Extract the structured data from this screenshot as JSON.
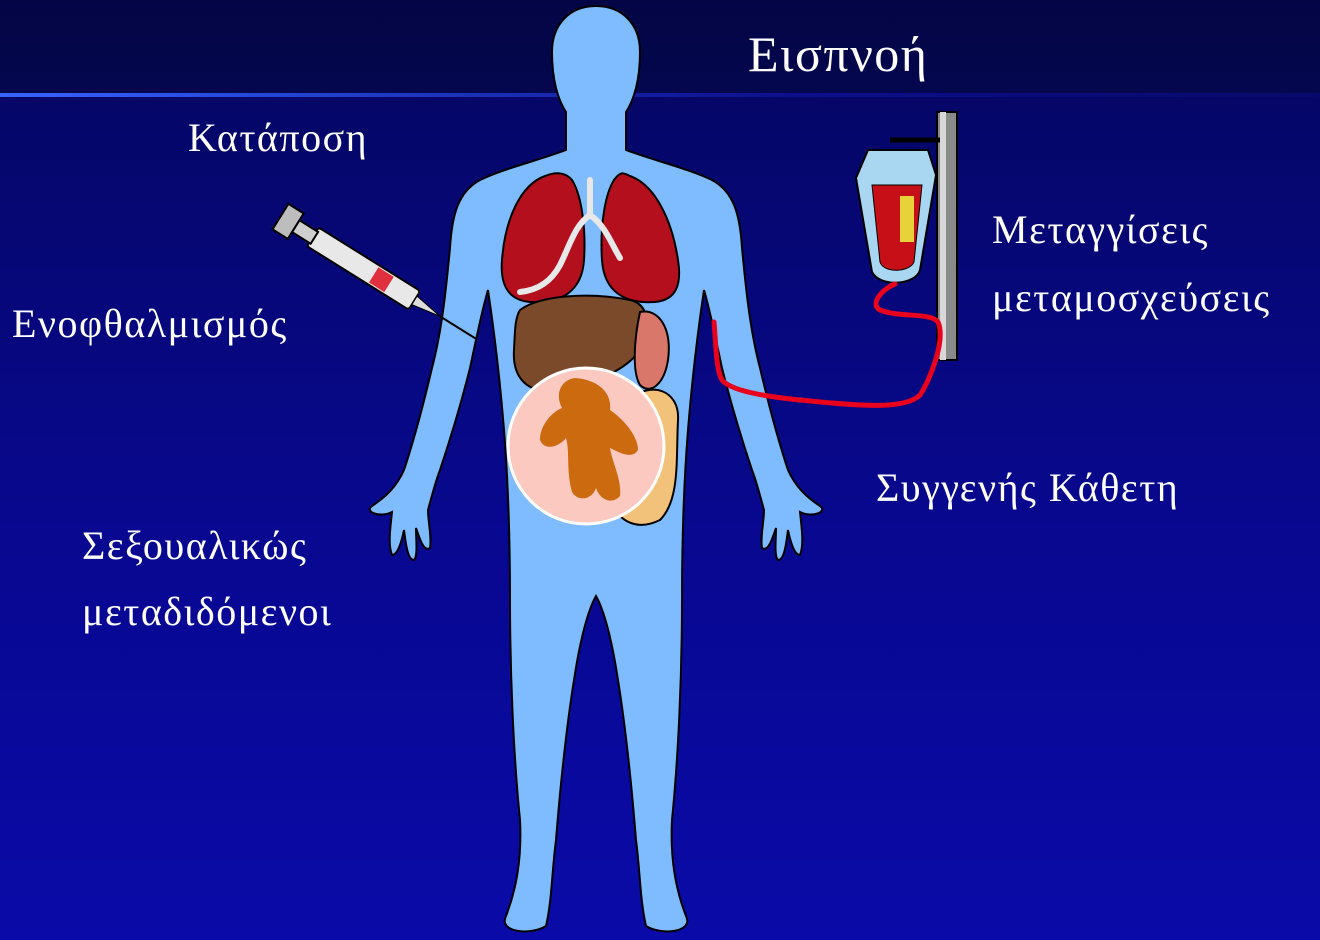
{
  "labels": {
    "inhalation": "Εισπνοή",
    "ingestion": "Κατάποση",
    "inoculation": "Ενοφθαλμισμός",
    "transfusions_line1": "Μεταγγίσεις",
    "transfusions_line2": "μεταμοσχεύσεις",
    "vertical": "Συγγενής Κάθετη",
    "sexual_line1": "Σεξουαλικώς",
    "sexual_line2": "μεταδιδόμενοι"
  },
  "colors": {
    "background": "#08088f",
    "body": "#7fbcff",
    "body_outline": "#000000",
    "lungs": "#b30f1d",
    "liver": "#7a4a2b",
    "womb": "#fcc9c0",
    "fetus": "#cc6a10",
    "blood_line": "#e8001c",
    "text": "#ffffff"
  },
  "icons": {
    "figure": "human-body-icon",
    "syringe": "syringe-icon",
    "iv_bag": "blood-bag-icon"
  }
}
